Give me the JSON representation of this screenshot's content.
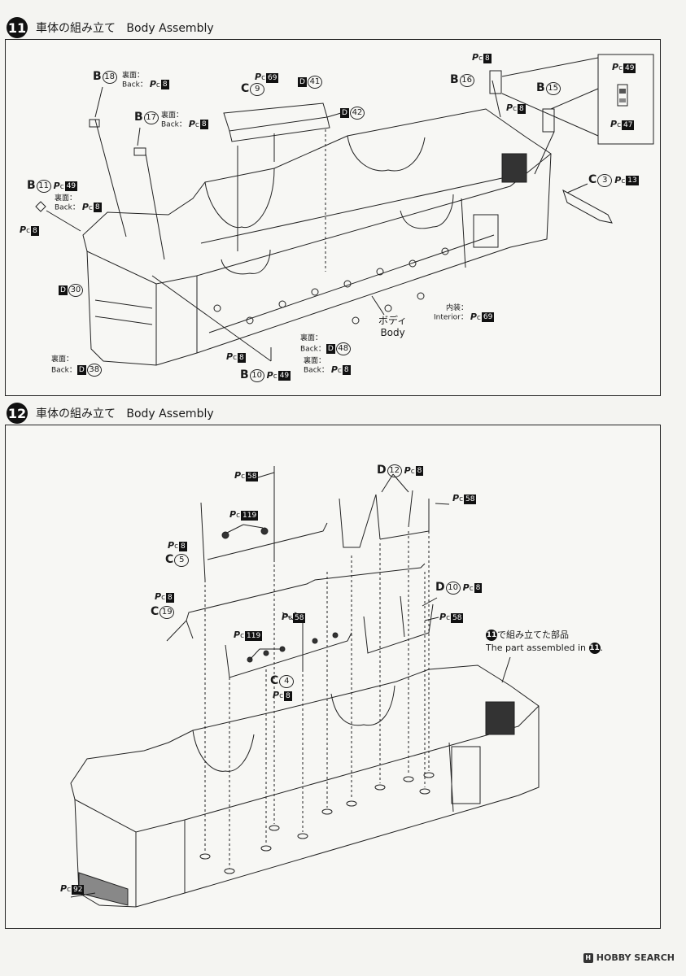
{
  "steps": [
    {
      "number": "11",
      "title_ja": "車体の組み立て",
      "title_en": "Body Assembly",
      "labels": {
        "b18": {
          "letter": "B",
          "num": "18",
          "side_ja": "裏面：",
          "side_en": "Back：",
          "pc": "8"
        },
        "c9": {
          "letter": "C",
          "num": "9",
          "pc": "69"
        },
        "d41": {
          "letter": "D",
          "num": "41"
        },
        "d42": {
          "letter": "D",
          "num": "42"
        },
        "b16": {
          "letter": "B",
          "num": "16",
          "pc": "8"
        },
        "b15": {
          "letter": "B",
          "num": "15",
          "pc": "8"
        },
        "inset_top_pc": "49",
        "inset_bottom_pc": "47",
        "b17": {
          "letter": "B",
          "num": "17",
          "side_ja": "裏面：",
          "side_en": "Back：",
          "pc": "8"
        },
        "b11": {
          "letter": "B",
          "num": "11",
          "pc": "49",
          "side_ja": "裏面：",
          "side_en": "Back：",
          "side_pc": "8",
          "lower_pc": "8"
        },
        "c3": {
          "letter": "C",
          "num": "3",
          "pc": "13"
        },
        "d30": {
          "letter": "D",
          "num": "30"
        },
        "interior": {
          "ja": "内装：",
          "en": "Interior：",
          "pc": "69"
        },
        "body": {
          "ja": "ボディ",
          "en": "Body"
        },
        "d48": {
          "side_ja": "裏面：",
          "side_en": "Back：",
          "letter": "D",
          "num": "48"
        },
        "d38": {
          "side_ja": "裏面：",
          "side_en": "Back：",
          "letter": "D",
          "num": "38"
        },
        "b10": {
          "letter": "B",
          "num": "10",
          "pc_left": "8",
          "pc": "49",
          "side_ja": "裏面：",
          "side_en": "Back：",
          "side_pc": "8"
        }
      }
    },
    {
      "number": "12",
      "title_ja": "車体の組み立て",
      "title_en": "Body Assembly",
      "labels": {
        "pc58_top": "58",
        "d12": {
          "letter": "D",
          "num": "12",
          "pc": "8"
        },
        "pc58_right": "58",
        "pc119_top": "119",
        "c5": {
          "letter": "C",
          "num": "5",
          "pc": "8"
        },
        "c19": {
          "letter": "C",
          "num": "19",
          "pc": "8"
        },
        "d10": {
          "letter": "D",
          "num": "10",
          "pc": "8"
        },
        "pc58_mid": "58",
        "pc58_right2": "58",
        "pc119_mid": "119",
        "c4": {
          "letter": "C",
          "num": "4",
          "pc": "8"
        },
        "assembled": {
          "ja_suffix": "で組み立てた部品",
          "en": "The part assembled in",
          "ref": "11"
        },
        "pc92": "92"
      }
    }
  ],
  "watermark": "HOBBY SEARCH"
}
